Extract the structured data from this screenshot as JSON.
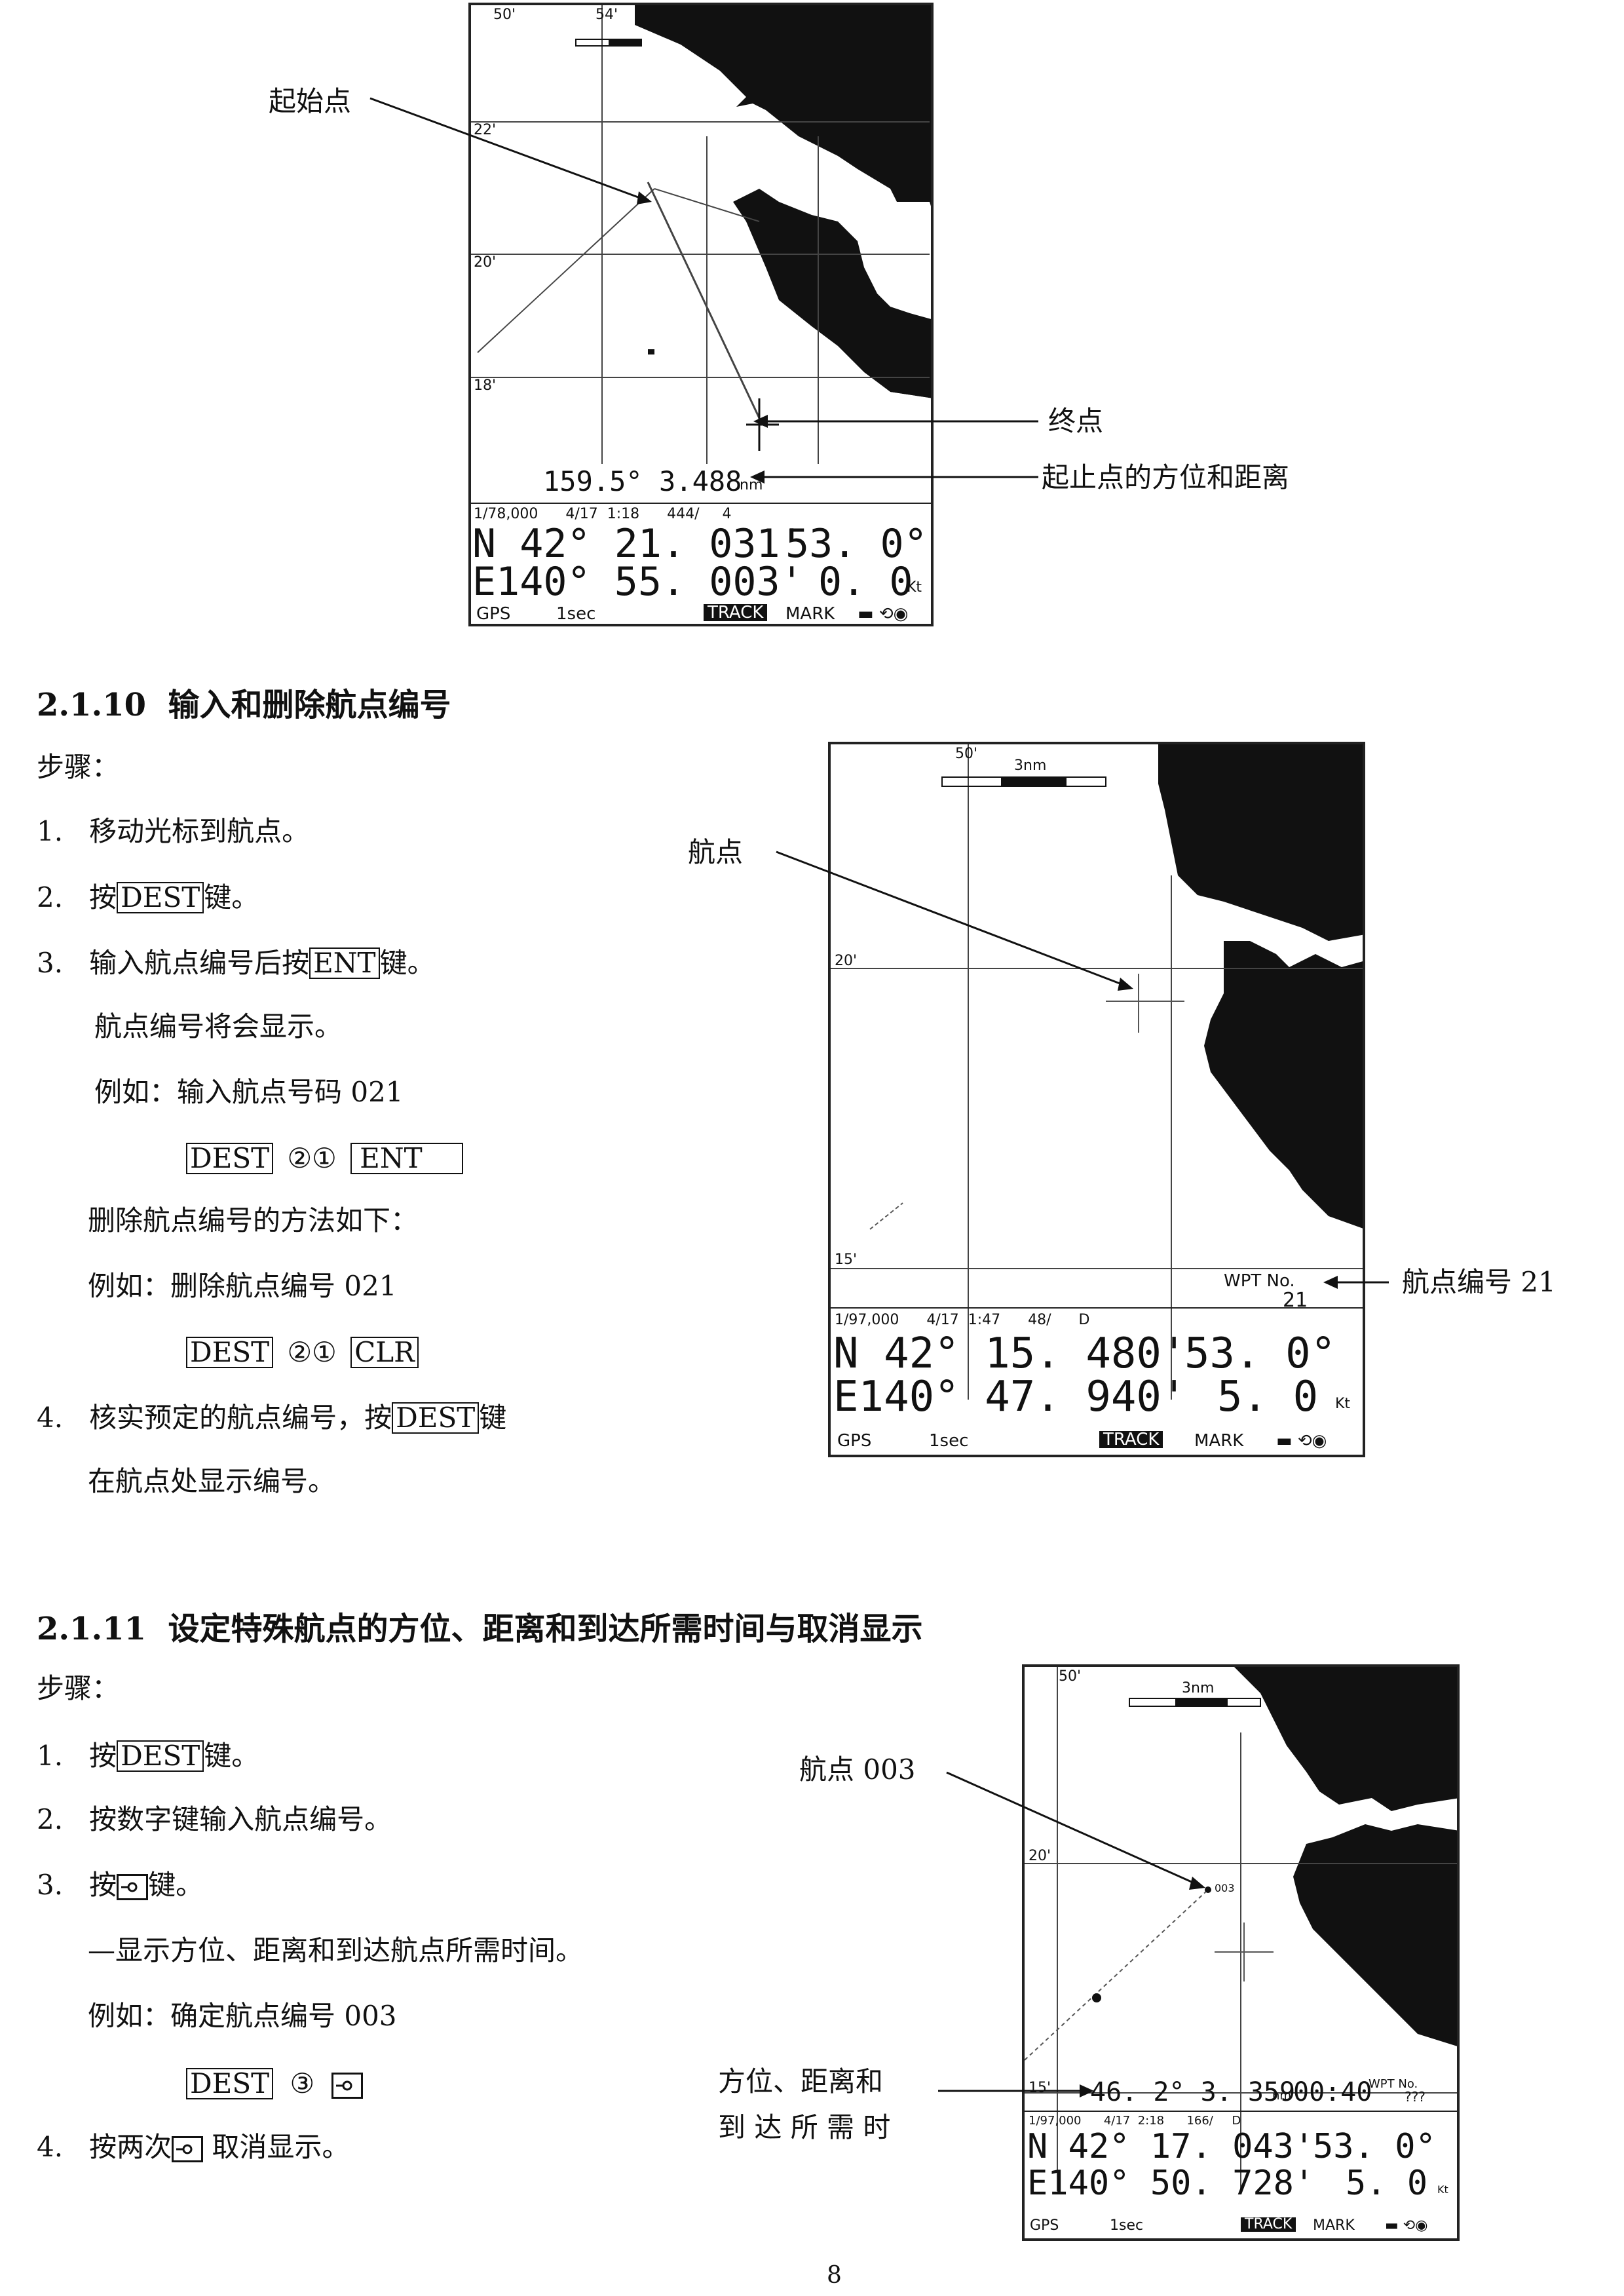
{
  "fig1": {
    "callout_start": "起始点",
    "callout_end": "终点",
    "callout_bearing": "起止点的方位和距离",
    "screen": {
      "grid_labels": [
        "50'",
        "54'",
        "22'",
        "20'",
        "18'"
      ],
      "bearing_text": "159.5°  3.488",
      "bearing_unit": "nm",
      "info_line": "1/78,000      4/17  1:18      444/     4",
      "lat": "N 42° 21. 031'",
      "lon": "E140° 55. 003'",
      "speed1": "53. 0°",
      "speed2": "0. 0",
      "speed_unit": "Kt",
      "status_gps": "GPS",
      "status_sec": "1sec",
      "status_track": "TRACK",
      "status_mark": "MARK",
      "status_icons": "▬ ⟲◉"
    }
  },
  "s2110": {
    "heading": "2.1.10  输入和删除航点编号",
    "steps_label": "步骤：",
    "step1": "1.   移动光标到航点。",
    "step2_pre": "2.   按",
    "step2_key": "DEST",
    "step2_post": "键。",
    "step3_pre": "3.   输入航点编号后按",
    "step3_key": "ENT",
    "step3_post": "键。",
    "note1": "航点编号将会显示。",
    "example1": "例如：输入航点号码 021",
    "ex1_key1": "DEST",
    "ex1_digits": "②①",
    "ex1_key2": "ENT",
    "delete_method": "删除航点编号的方法如下：",
    "example2": "例如：删除航点编号 021",
    "ex2_key1": "DEST",
    "ex2_digits": "②①",
    "ex2_key2": "CLR",
    "step4_pre": "4.   核实预定的航点编号，按",
    "step4_key": "DEST",
    "step4_post": "键",
    "step4_cont": "在航点处显示编号。",
    "callout_waypoint": "航点",
    "callout_wptno": "航点编号 21",
    "screen": {
      "scale": "3nm",
      "grid_labels": [
        "50'",
        "20'",
        "15'"
      ],
      "wpt_label": "WPT  No.",
      "wpt_no": "21",
      "info_line": "1/97,000      4/17  1:47      48/      D",
      "lat": "N 42° 15. 480'",
      "lon": "E140° 47. 940'",
      "speed1": "53. 0°",
      "speed2": "5. 0",
      "speed_unit": "Kt",
      "status_gps": "GPS",
      "status_sec": "1sec",
      "status_track": "TRACK",
      "status_mark": "MARK",
      "status_icons": "▬ ⟲◉"
    }
  },
  "s2111": {
    "heading": "2.1.11  设定特殊航点的方位、距离和到达所需时间与取消显示",
    "steps_label": "步骤：",
    "step1_pre": "1.   按",
    "step1_key": "DEST",
    "step1_post": "键。",
    "step2": "2.   按数字键输入航点编号。",
    "step3_pre": "3.   按",
    "step3_post": "键。",
    "note1": "—显示方位、距离和到达航点所需时间。",
    "example1": "例如：确定航点编号 003",
    "ex_key1": "DEST",
    "ex_digit": "③",
    "step4_pre": "4.   按两次",
    "step4_post": " 取消显示。",
    "callout_waypoint": "航点 003",
    "callout_bearing_l1": "方位、距离和",
    "callout_bearing_l2": "到 达 所 需 时",
    "screen": {
      "scale": "3nm",
      "grid_labels": [
        "50'",
        "20'",
        "15'"
      ],
      "wpt_mark": "003",
      "bearing_text": "46. 2°  3. 359",
      "bearing_unit": "nm",
      "time_text": "00:40",
      "wpt_label": "WPT  No.",
      "wpt_no": "???",
      "info_line": "1/97,000      4/17  2:18      166/     D",
      "lat": "N 42° 17. 043'",
      "lon": "E140° 50. 728'",
      "speed1": "53. 0°",
      "speed2": "5. 0",
      "speed_unit": "Kt",
      "status_gps": "GPS",
      "status_sec": "1sec",
      "status_track": "TRACK",
      "status_mark": "MARK",
      "status_icons": "▬ ⟲◉"
    }
  },
  "page_number": "8"
}
